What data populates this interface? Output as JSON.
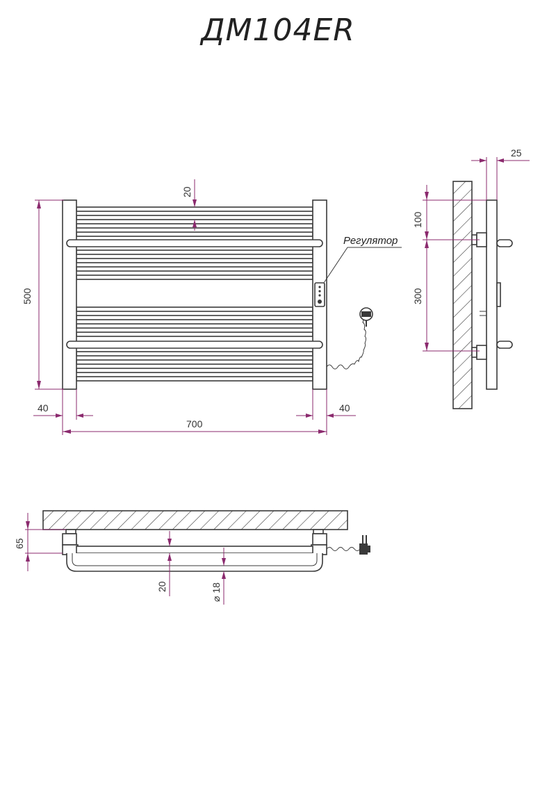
{
  "drawing": {
    "title": "ДМ104ER",
    "front_view": {
      "height_dim": "500",
      "width_dim": "700",
      "left_offset_dim": "40",
      "right_offset_dim": "40",
      "rail_gap_dim": "20",
      "regulator_label": "Регулятор"
    },
    "side_view": {
      "depth_dim": "25",
      "top_offset_dim": "100",
      "mount_spacing_dim": "300"
    },
    "top_view": {
      "wall_offset_dim": "65",
      "rail_gap_dim": "20",
      "tube_diameter_dim": "⌀ 18"
    }
  },
  "colors": {
    "dimension": "#8b2a6e",
    "outline": "#3a3a3a"
  }
}
